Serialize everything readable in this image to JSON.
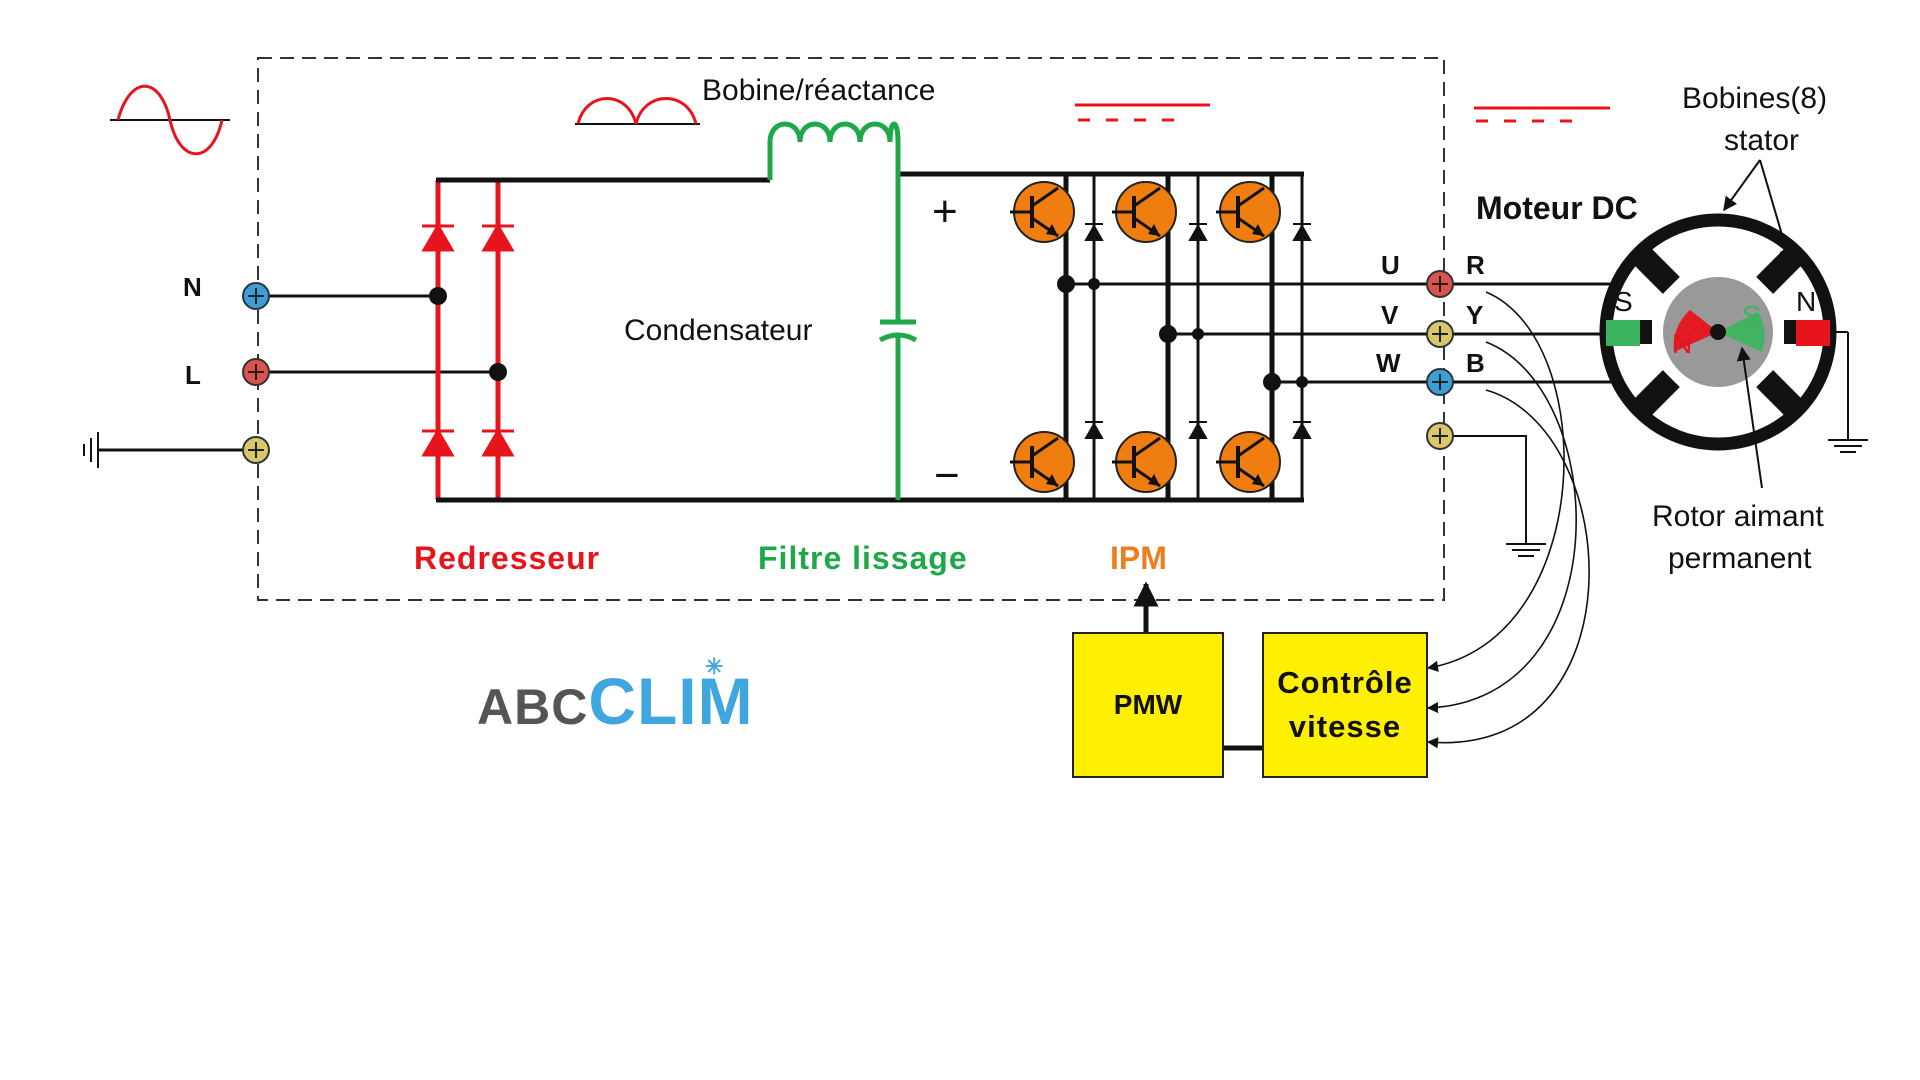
{
  "labels": {
    "bobine_reactance": "Bobine/réactance",
    "condensateur": "Condensateur",
    "plus": "+",
    "minus": "−",
    "redresseur": "Redresseur",
    "filtre_lissage": "Filtre lissage",
    "ipm": "IPM",
    "moteur_dc": "Moteur DC",
    "bobines_line1": "Bobines(8)",
    "bobines_line2": "stator",
    "rotor_line1": "Rotor aimant",
    "rotor_line2": "permanent",
    "input_n": "N",
    "input_l": "L",
    "out_u": "U",
    "out_v": "V",
    "out_w": "W",
    "motor_r": "R",
    "motor_y": "Y",
    "motor_b": "B",
    "pole_s_left": "S",
    "pole_n_right": "N",
    "pole_n_rotor": "N",
    "pole_s_rotor": "S"
  },
  "blocks": {
    "pmw": "PMW",
    "controle_line1": "Contrôle",
    "controle_line2": "vitesse"
  },
  "logo": {
    "part1": "ABC",
    "part2": "CLIM"
  },
  "colors": {
    "rectifier": "#e8141c",
    "filter": "#1fa84a",
    "ipm": "#ee7d1e",
    "igbt_fill": "#f07d10",
    "block_fill": "#ffef00",
    "terminal_blue": "#3a9fd8",
    "terminal_red": "#d9534f",
    "terminal_yellow": "#d8c86a",
    "pole_green": "#3cb45e",
    "pole_red": "#e8141c",
    "logo_gray": "#555555",
    "logo_blue": "#3fa6e0"
  },
  "icons": {
    "ac_wave": "sine-wave-icon",
    "rectified_wave": "rectified-wave-icon",
    "dc_signal": "dc-level-icon",
    "ground": "ground-icon",
    "igbt": "igbt-transistor-icon",
    "diode": "diode-icon",
    "inductor": "inductor-icon",
    "capacitor": "capacitor-icon"
  }
}
